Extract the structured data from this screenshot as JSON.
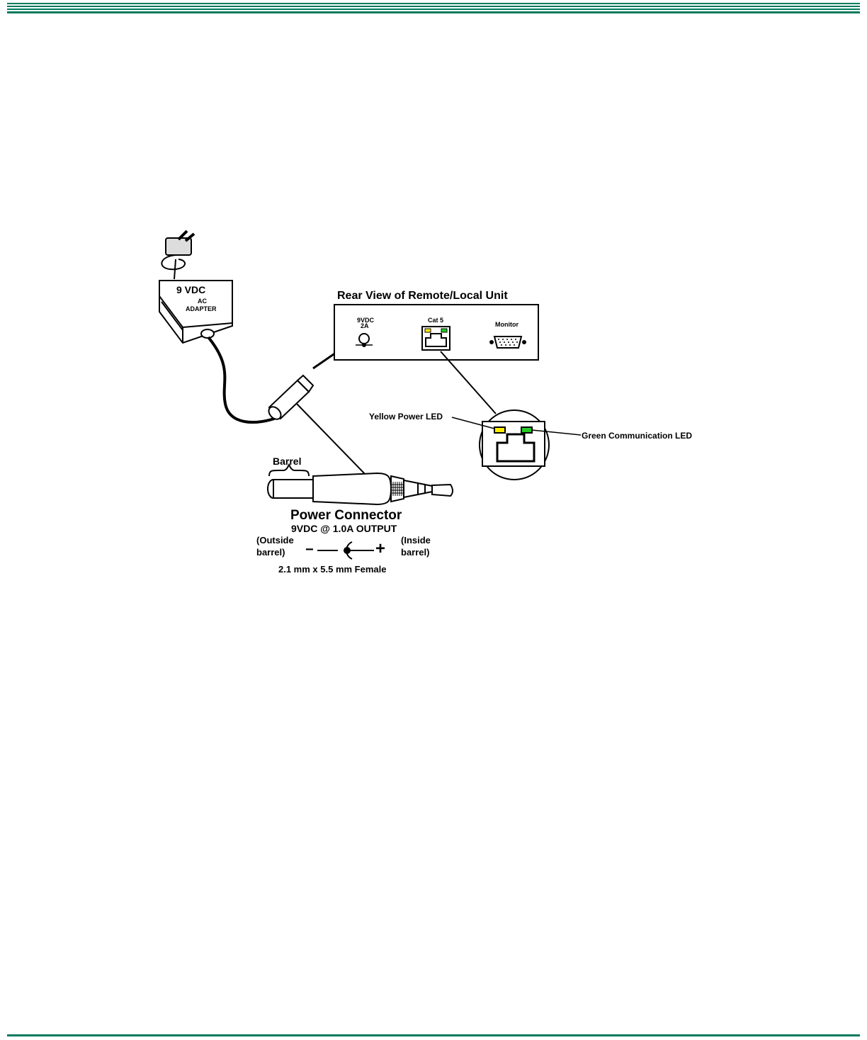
{
  "colors": {
    "rule": "#007a5e",
    "yellow_led": "#ffee00",
    "green_led": "#22cc22"
  },
  "adapter": {
    "voltage_label": "9 VDC",
    "type_label_line1": "AC",
    "type_label_line2": "ADAPTER"
  },
  "rear_view": {
    "title": "Rear View of Remote/Local  Unit",
    "power_port_label_line1": "9VDC",
    "power_port_label_line2": "2A",
    "cat5_label": "Cat 5",
    "monitor_label": "Monitor"
  },
  "leds": {
    "yellow_label": "Yellow Power LED",
    "green_label": "Green Communication LED"
  },
  "connector": {
    "barrel_label": "Barrel",
    "title": "Power Connector",
    "output": "9VDC @ 1.0A OUTPUT",
    "outside_line1": "(Outside",
    "outside_line2": "barrel)",
    "inside_line1": "(Inside",
    "inside_line2": "barrel)",
    "minus": "−",
    "plus": "+",
    "size": "2.1 mm x 5.5 mm Female"
  }
}
